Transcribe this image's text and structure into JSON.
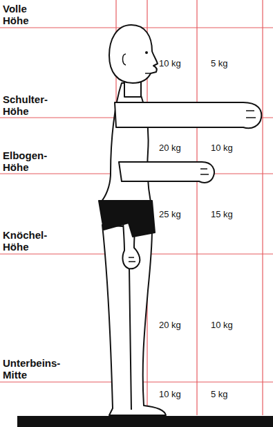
{
  "diagram": {
    "labels": [
      "Volle Höhe",
      "10 kg",
      "5 kg",
      "Schulter-Höhe",
      "20 kg",
      "10 kg",
      "Elbogen-Höhe",
      "25 kg",
      "15 kg",
      "Knöchel-Höhe",
      "20 kg",
      "10 kg",
      "Unterbeins-Mitte",
      "10 kg",
      "5 kg"
    ]
  }
}
